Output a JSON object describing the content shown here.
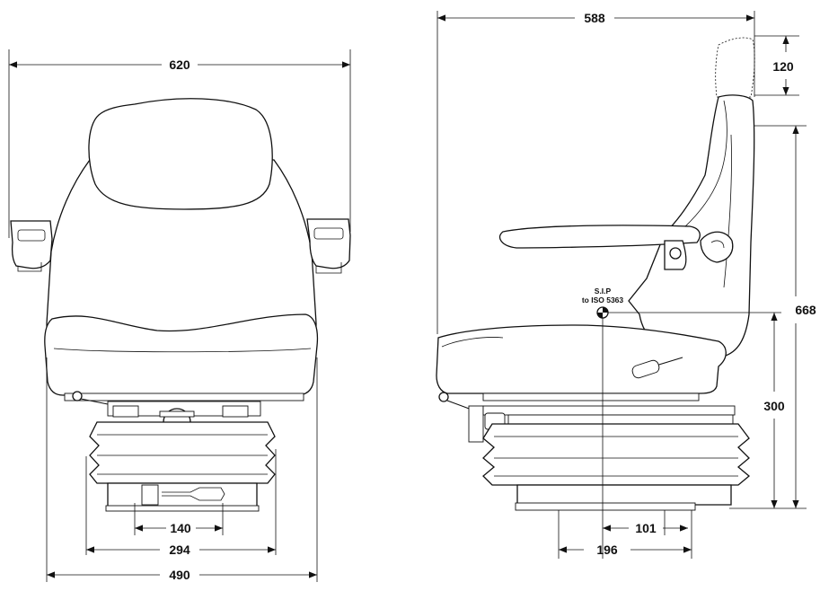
{
  "dimensions": {
    "front_width_total": "620",
    "front_base_140": "140",
    "front_base_294": "294",
    "front_base_490": "490",
    "side_depth_total": "588",
    "side_headrest_travel": "120",
    "side_height_total": "668",
    "side_sip_height": "300",
    "side_base_101": "101",
    "side_base_196": "196"
  },
  "sip": {
    "title": "S.I.P",
    "subtitle": "to ISO 5363"
  },
  "colors": {
    "line": "#111111",
    "background": "#ffffff"
  }
}
